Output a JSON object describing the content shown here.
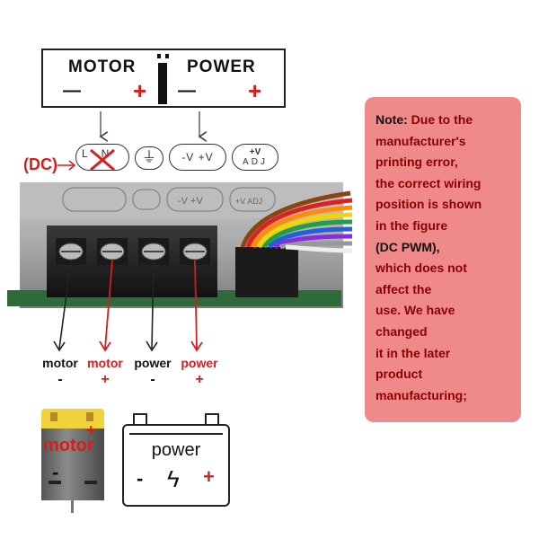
{
  "header": {
    "motor_label": "MOTOR",
    "power_label": "POWER",
    "minus": "—",
    "plus": "+"
  },
  "terminals": {
    "dc_label": "(DC)",
    "left_terminal": "L N",
    "ground_symbol": "⏚",
    "mid_terminal": "-V +V",
    "adj_top": "+V",
    "adj_bottom": "ADJ",
    "board_text_mid": "-V  +V",
    "board_text_adj": "+V ADJ"
  },
  "labels": {
    "motor_minus_name": "motor",
    "motor_minus_sign": "-",
    "motor_plus_name": "motor",
    "motor_plus_sign": "+",
    "power_minus_name": "power",
    "power_minus_sign": "-",
    "power_plus_name": "power",
    "power_plus_sign": "+"
  },
  "motor_icon": {
    "label": "motor",
    "minus": "-",
    "plus": "+"
  },
  "battery_icon": {
    "label": "power",
    "minus": "-",
    "plus": "+"
  },
  "note": {
    "title": "Note:",
    "lines": [
      "Due to the",
      "manufacturer's",
      "printing error,",
      "the correct wiring",
      "position is shown",
      "in the figure",
      "(DC PWM),",
      "which does not",
      "affect the",
      "use. We have",
      "changed",
      "it in the later",
      "product",
      "manufacturing;"
    ]
  },
  "colors": {
    "note_bg": "#f08a8a",
    "note_text": "#8b0000",
    "accent_red": "#d91c1c",
    "wire_dark": "#222222"
  }
}
